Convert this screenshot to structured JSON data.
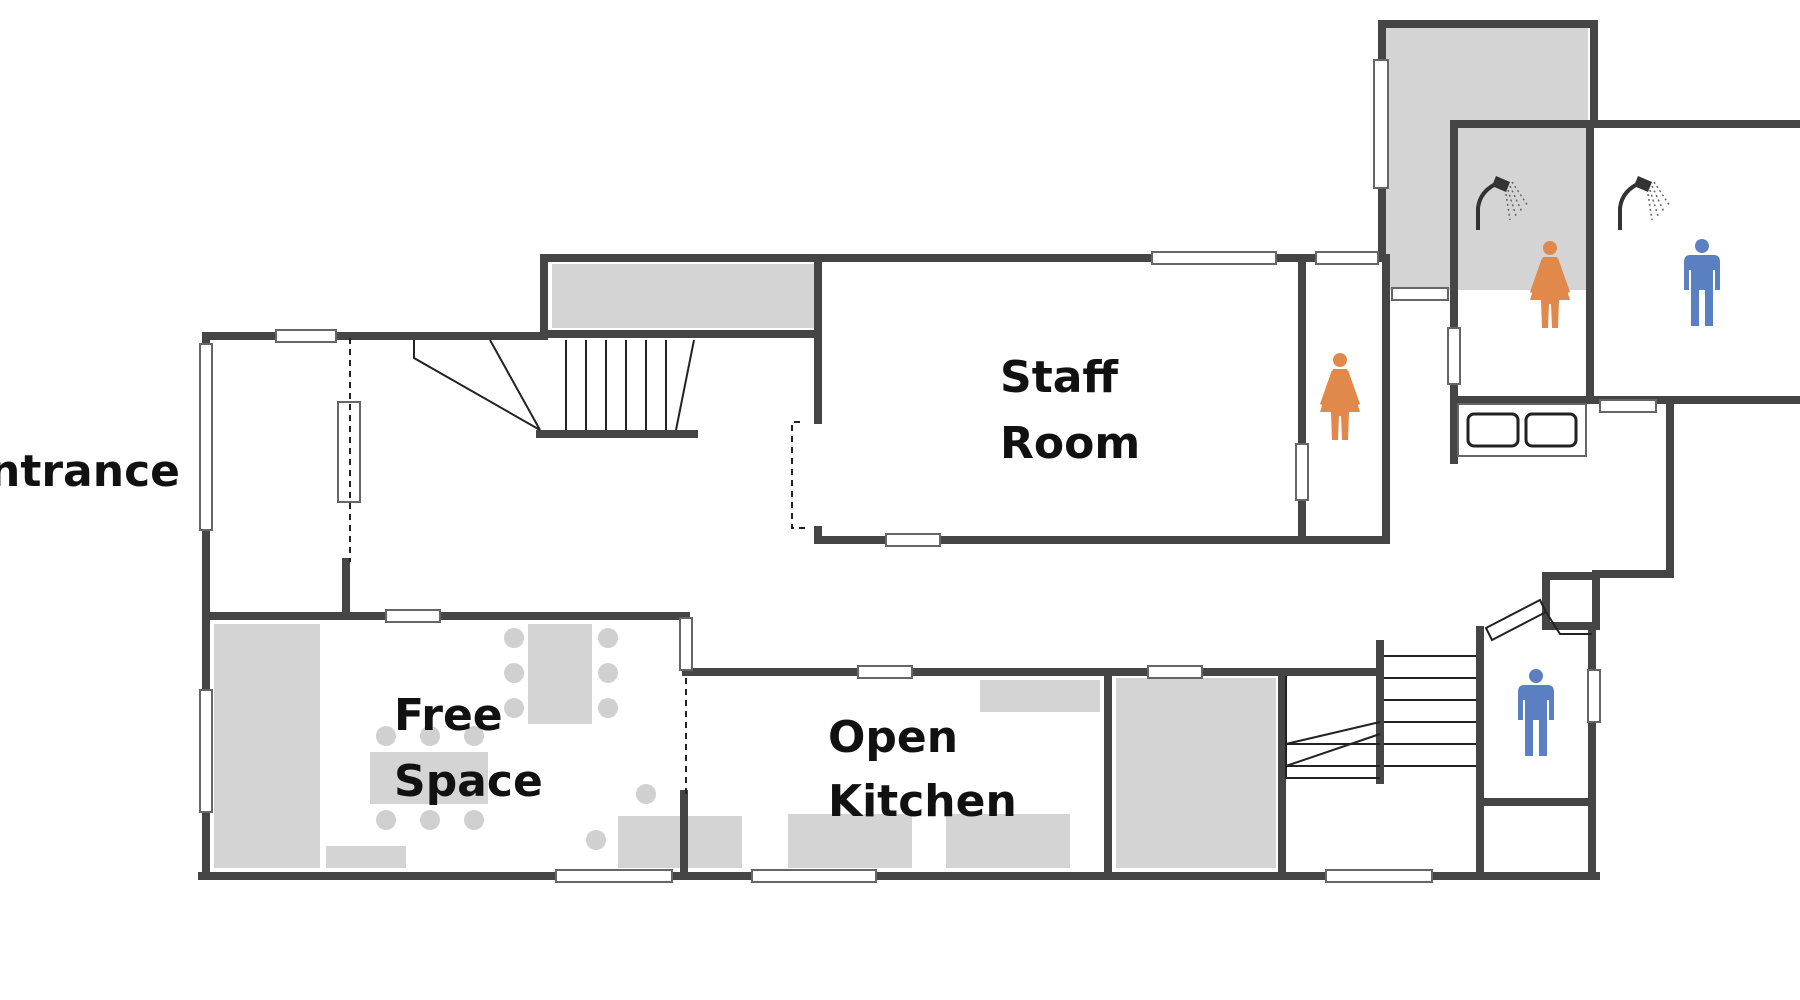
{
  "diagram": {
    "labels": {
      "entrance": "Entrance",
      "staff_room": [
        "Staff",
        "Room"
      ],
      "free_space": [
        "Free",
        "Space"
      ],
      "open_kitchen": [
        "Open",
        "Kitchen"
      ]
    },
    "icons": {
      "female": "female-person-icon",
      "male": "male-person-icon",
      "shower": "shower-head-icon",
      "sink": "sink-icon"
    },
    "colors": {
      "female": "#e0894a",
      "male": "#5b80c2",
      "wall": "#454545",
      "fixture": "#d4d4d4"
    }
  }
}
